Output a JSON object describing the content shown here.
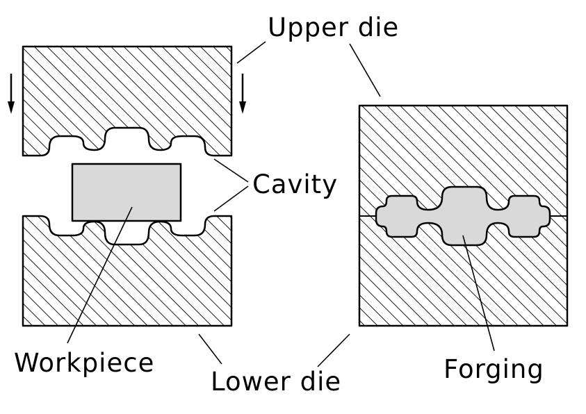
{
  "labels": {
    "upper_die": "Upper die",
    "cavity": "Cavity",
    "workpiece": "Workpiece",
    "lower_die": "Lower die",
    "forging": "Forging"
  }
}
